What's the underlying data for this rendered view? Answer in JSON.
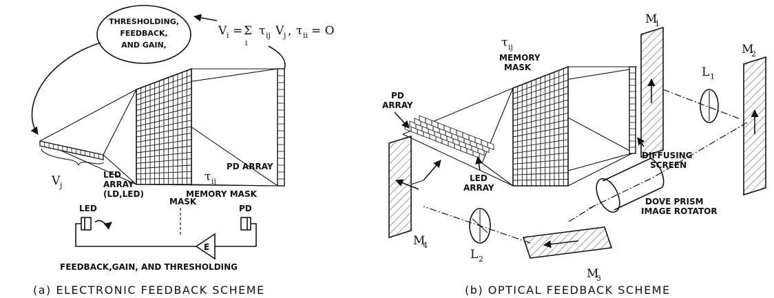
{
  "panel_a": {
    "bubble": [
      "THRESHOLDING,",
      "FEEDBACK,",
      "AND GAIN,"
    ],
    "equation": "Vi = Σ τij Vj, τii = 0",
    "eq_parts": {
      "vi": "V",
      "sub_i": "i",
      "eq": "=",
      "sigma": "Σ",
      "sum_idx": "i",
      "tau": "τ",
      "sub_ij": "ij",
      "vj": "V",
      "sub_j": "j",
      "comma": ",",
      "tau2": "τ",
      "sub_ii": "ii",
      "eq0": "= O"
    },
    "vj_label": "V",
    "vj_sub": "j",
    "led_array": [
      "LED",
      "ARRAY",
      "(LD,LED)"
    ],
    "pd_array": "PD ARRAY",
    "tau_label": "τ",
    "tau_sub": "ij",
    "memory_mask": "MEMORY MASK",
    "circuit": {
      "led": "LED",
      "mask": "MASK",
      "pd": "PD",
      "amp": "E"
    },
    "feedback_text": "FEEDBACK,GAIN, AND THRESHOLDING",
    "caption": "(a) ELECTRONIC FEEDBACK SCHEME"
  },
  "panel_b": {
    "tau_label": "τ",
    "tau_sub": "ij",
    "memory_mask": [
      "MEMORY",
      "MASK"
    ],
    "pd_array": [
      "PD",
      "ARRAY"
    ],
    "led_array": [
      "LED",
      "ARRAY"
    ],
    "diffusing_screen": [
      "DIFFUSING",
      "SCREEN"
    ],
    "dove_prism": [
      "DOVE PRISM",
      "IMAGE ROTATOR"
    ],
    "m1": "M",
    "m1_sub": "1",
    "m2": "M",
    "m2_sub": "2",
    "m3": "M",
    "m3_sub": "3",
    "m4": "M",
    "m4_sub": "4",
    "l1": "L",
    "l1_sub": "1",
    "l2": "L",
    "l2_sub": "2",
    "caption": "(b) OPTICAL FEEDBACK SCHEME"
  }
}
